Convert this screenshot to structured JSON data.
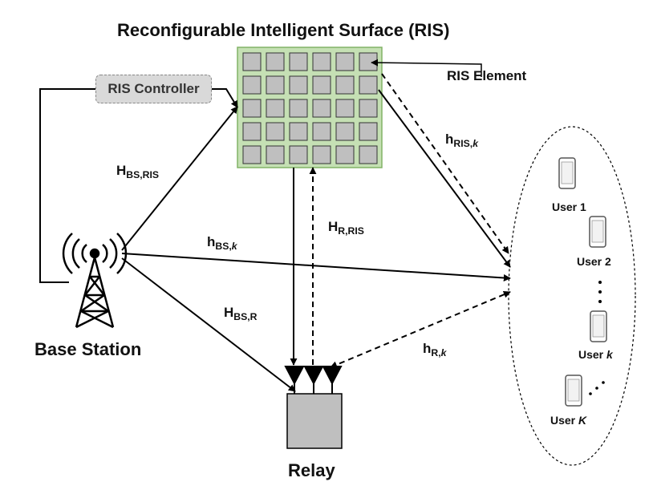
{
  "title": "Reconfigurable Intelligent Surface (RIS)",
  "ris_controller": "RIS Controller",
  "ris_element": "RIS Element",
  "base_station": "Base Station",
  "relay": "Relay",
  "channels": {
    "h_bs_ris": {
      "main": "H",
      "sub": "BS,RIS",
      "sub_italic": ""
    },
    "h_ris_k": {
      "main": "h",
      "sub": "RIS,",
      "sub_italic": "k"
    },
    "h_r_ris": {
      "main": "H",
      "sub": "R,RIS",
      "sub_italic": ""
    },
    "h_bs_k": {
      "main": "h",
      "sub": "BS,",
      "sub_italic": "k"
    },
    "h_bs_r": {
      "main": "H",
      "sub": "BS,R",
      "sub_italic": ""
    },
    "h_r_k": {
      "main": "h",
      "sub": "R,",
      "sub_italic": "k"
    }
  },
  "users": {
    "u1": {
      "text": "User 1",
      "italic": ""
    },
    "u2": {
      "text": "User 2",
      "italic": ""
    },
    "uk": {
      "text": "User ",
      "italic": "k"
    },
    "uK": {
      "text": "User ",
      "italic": "K"
    }
  },
  "colors": {
    "ris_fill": "#c5e0b4",
    "ris_border": "#82b366",
    "ris_cell": "#bfbfbf",
    "relay_fill": "#bfbfbf",
    "controller_fill": "#d9d9d9",
    "line": "#000000"
  },
  "icons": [
    "base-station-tower-icon",
    "smartphone-icon",
    "antenna-icon"
  ]
}
